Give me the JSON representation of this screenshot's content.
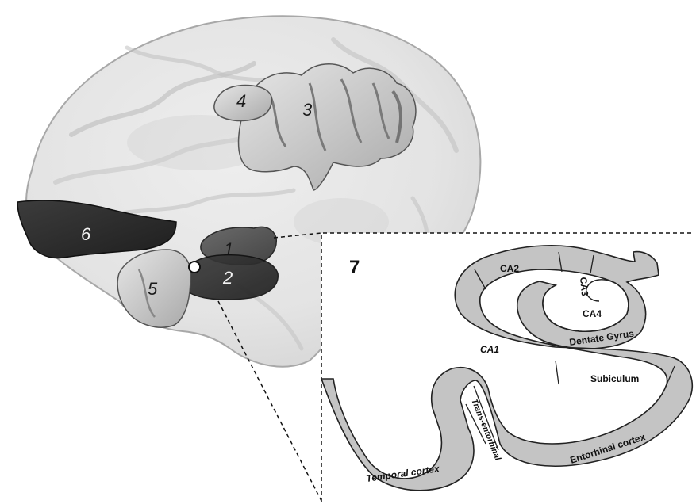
{
  "brain": {
    "labels": {
      "r1": "1",
      "r2": "2",
      "r3": "3",
      "r4": "4",
      "r5": "5",
      "r6": "6"
    },
    "colors": {
      "brain_shell": "#d6d6d6",
      "light_region": "#cfcfcf",
      "dark_region": "#2e2e2e",
      "medium_region": "#5a5a5a",
      "marker": "#ffffff"
    }
  },
  "inset": {
    "label": "7",
    "fill": "#c4c4c4",
    "regions": {
      "ca1": "CA1",
      "ca2": "CA2",
      "ca3": "CA3",
      "ca4": "CA4",
      "dentate_gyrus": "Dentate Gyrus",
      "subiculum": "Subiculum",
      "entorhinal_cortex": "Entorhinal cortex",
      "trans_entorhinal": "Trans-entorhinal",
      "temporal_cortex": "Temporal cortex"
    }
  }
}
